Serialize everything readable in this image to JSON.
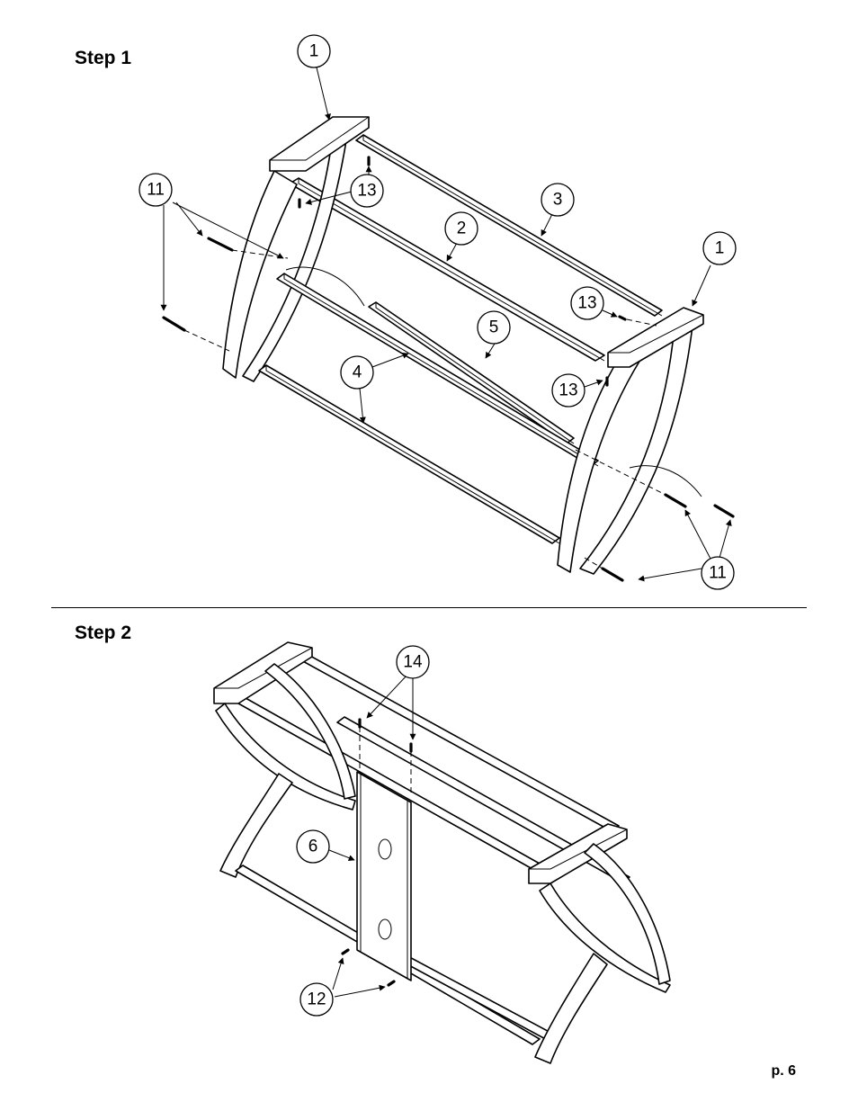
{
  "steps": [
    {
      "title": "Step 1",
      "callouts": [
        "1",
        "1",
        "2",
        "3",
        "4",
        "5",
        "11",
        "11",
        "13",
        "13",
        "13"
      ]
    },
    {
      "title": "Step 2",
      "callouts": [
        "6",
        "12",
        "14"
      ]
    }
  ],
  "page_number": "p. 6"
}
